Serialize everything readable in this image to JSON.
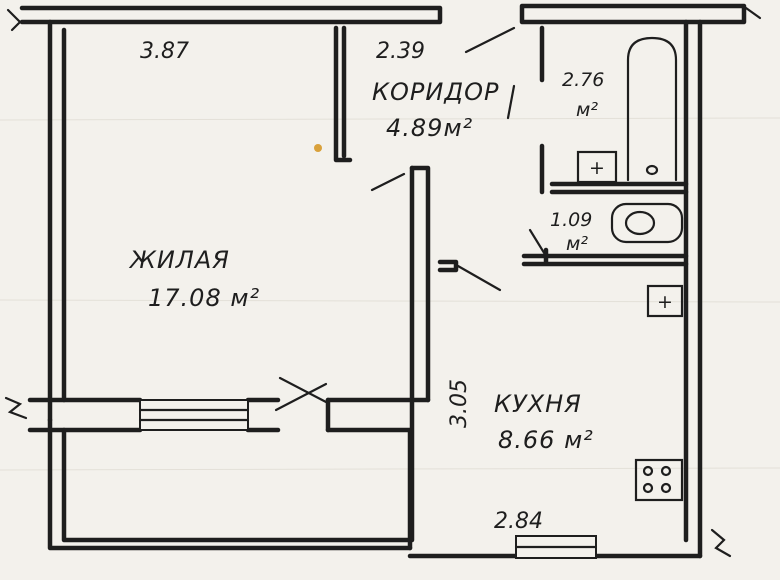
{
  "rooms": {
    "living": {
      "name": "ЖИЛАЯ",
      "area": "17.08 м²"
    },
    "corridor": {
      "name": "КОРИДОР",
      "area": "4.89м²"
    },
    "kitchen": {
      "name": "КУХНЯ",
      "area": "8.66 м²"
    },
    "bathroom": {
      "area_num": "2.76",
      "area_unit": "м²"
    },
    "toilet": {
      "area_num": "1.09",
      "area_unit": "м²"
    }
  },
  "dimensions": {
    "living_width": "3.87",
    "corridor_width": "2.39",
    "kitchen_length": "3.05",
    "kitchen_width": "2.84"
  },
  "symbols": {
    "socket": "+",
    "stove": "stove-icon",
    "bathtub": "bathtub-icon",
    "toilet": "toilet-icon",
    "sink": "sink-icon"
  },
  "colors": {
    "paper": "#f3f1ec",
    "ink": "#1e1e1e",
    "stain": "#d9a13b"
  }
}
